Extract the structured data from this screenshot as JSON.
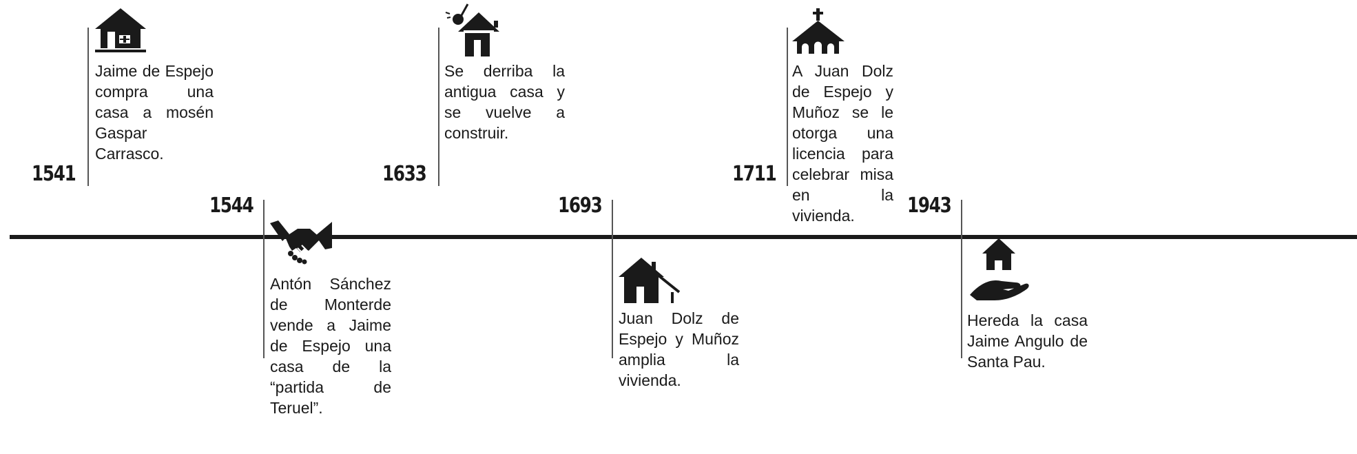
{
  "events_top": [
    {
      "year": "1541",
      "icon": "house-icon",
      "text": "Jaime de Espejo compra una casa a mosén Gaspar Carrasco."
    },
    {
      "year": "1633",
      "icon": "demolition-house-icon",
      "text": "Se derriba la antigua casa y se vuelve a construir."
    },
    {
      "year": "1711",
      "icon": "church-icon",
      "text": "A Juan Dolz de Espejo y Muñoz se le otorga una licencia para celebrar misa en la vivienda."
    }
  ],
  "events_bottom": [
    {
      "year": "1544",
      "icon": "handshake-icon",
      "text": "Antón Sánchez de Monterde vende a Jaime de Espejo una casa de la “partida de Teruel”."
    },
    {
      "year": "1693",
      "icon": "house-extension-icon",
      "text": "Juan Dolz de Espejo y Muñoz amplia la vivienda."
    },
    {
      "year": "1943",
      "icon": "hand-house-icon",
      "text": "Hereda la casa Jaime Angulo de Santa Pau."
    }
  ],
  "colors": {
    "ink": "#1a1a1a",
    "line": "#555555",
    "background": "#ffffff"
  }
}
